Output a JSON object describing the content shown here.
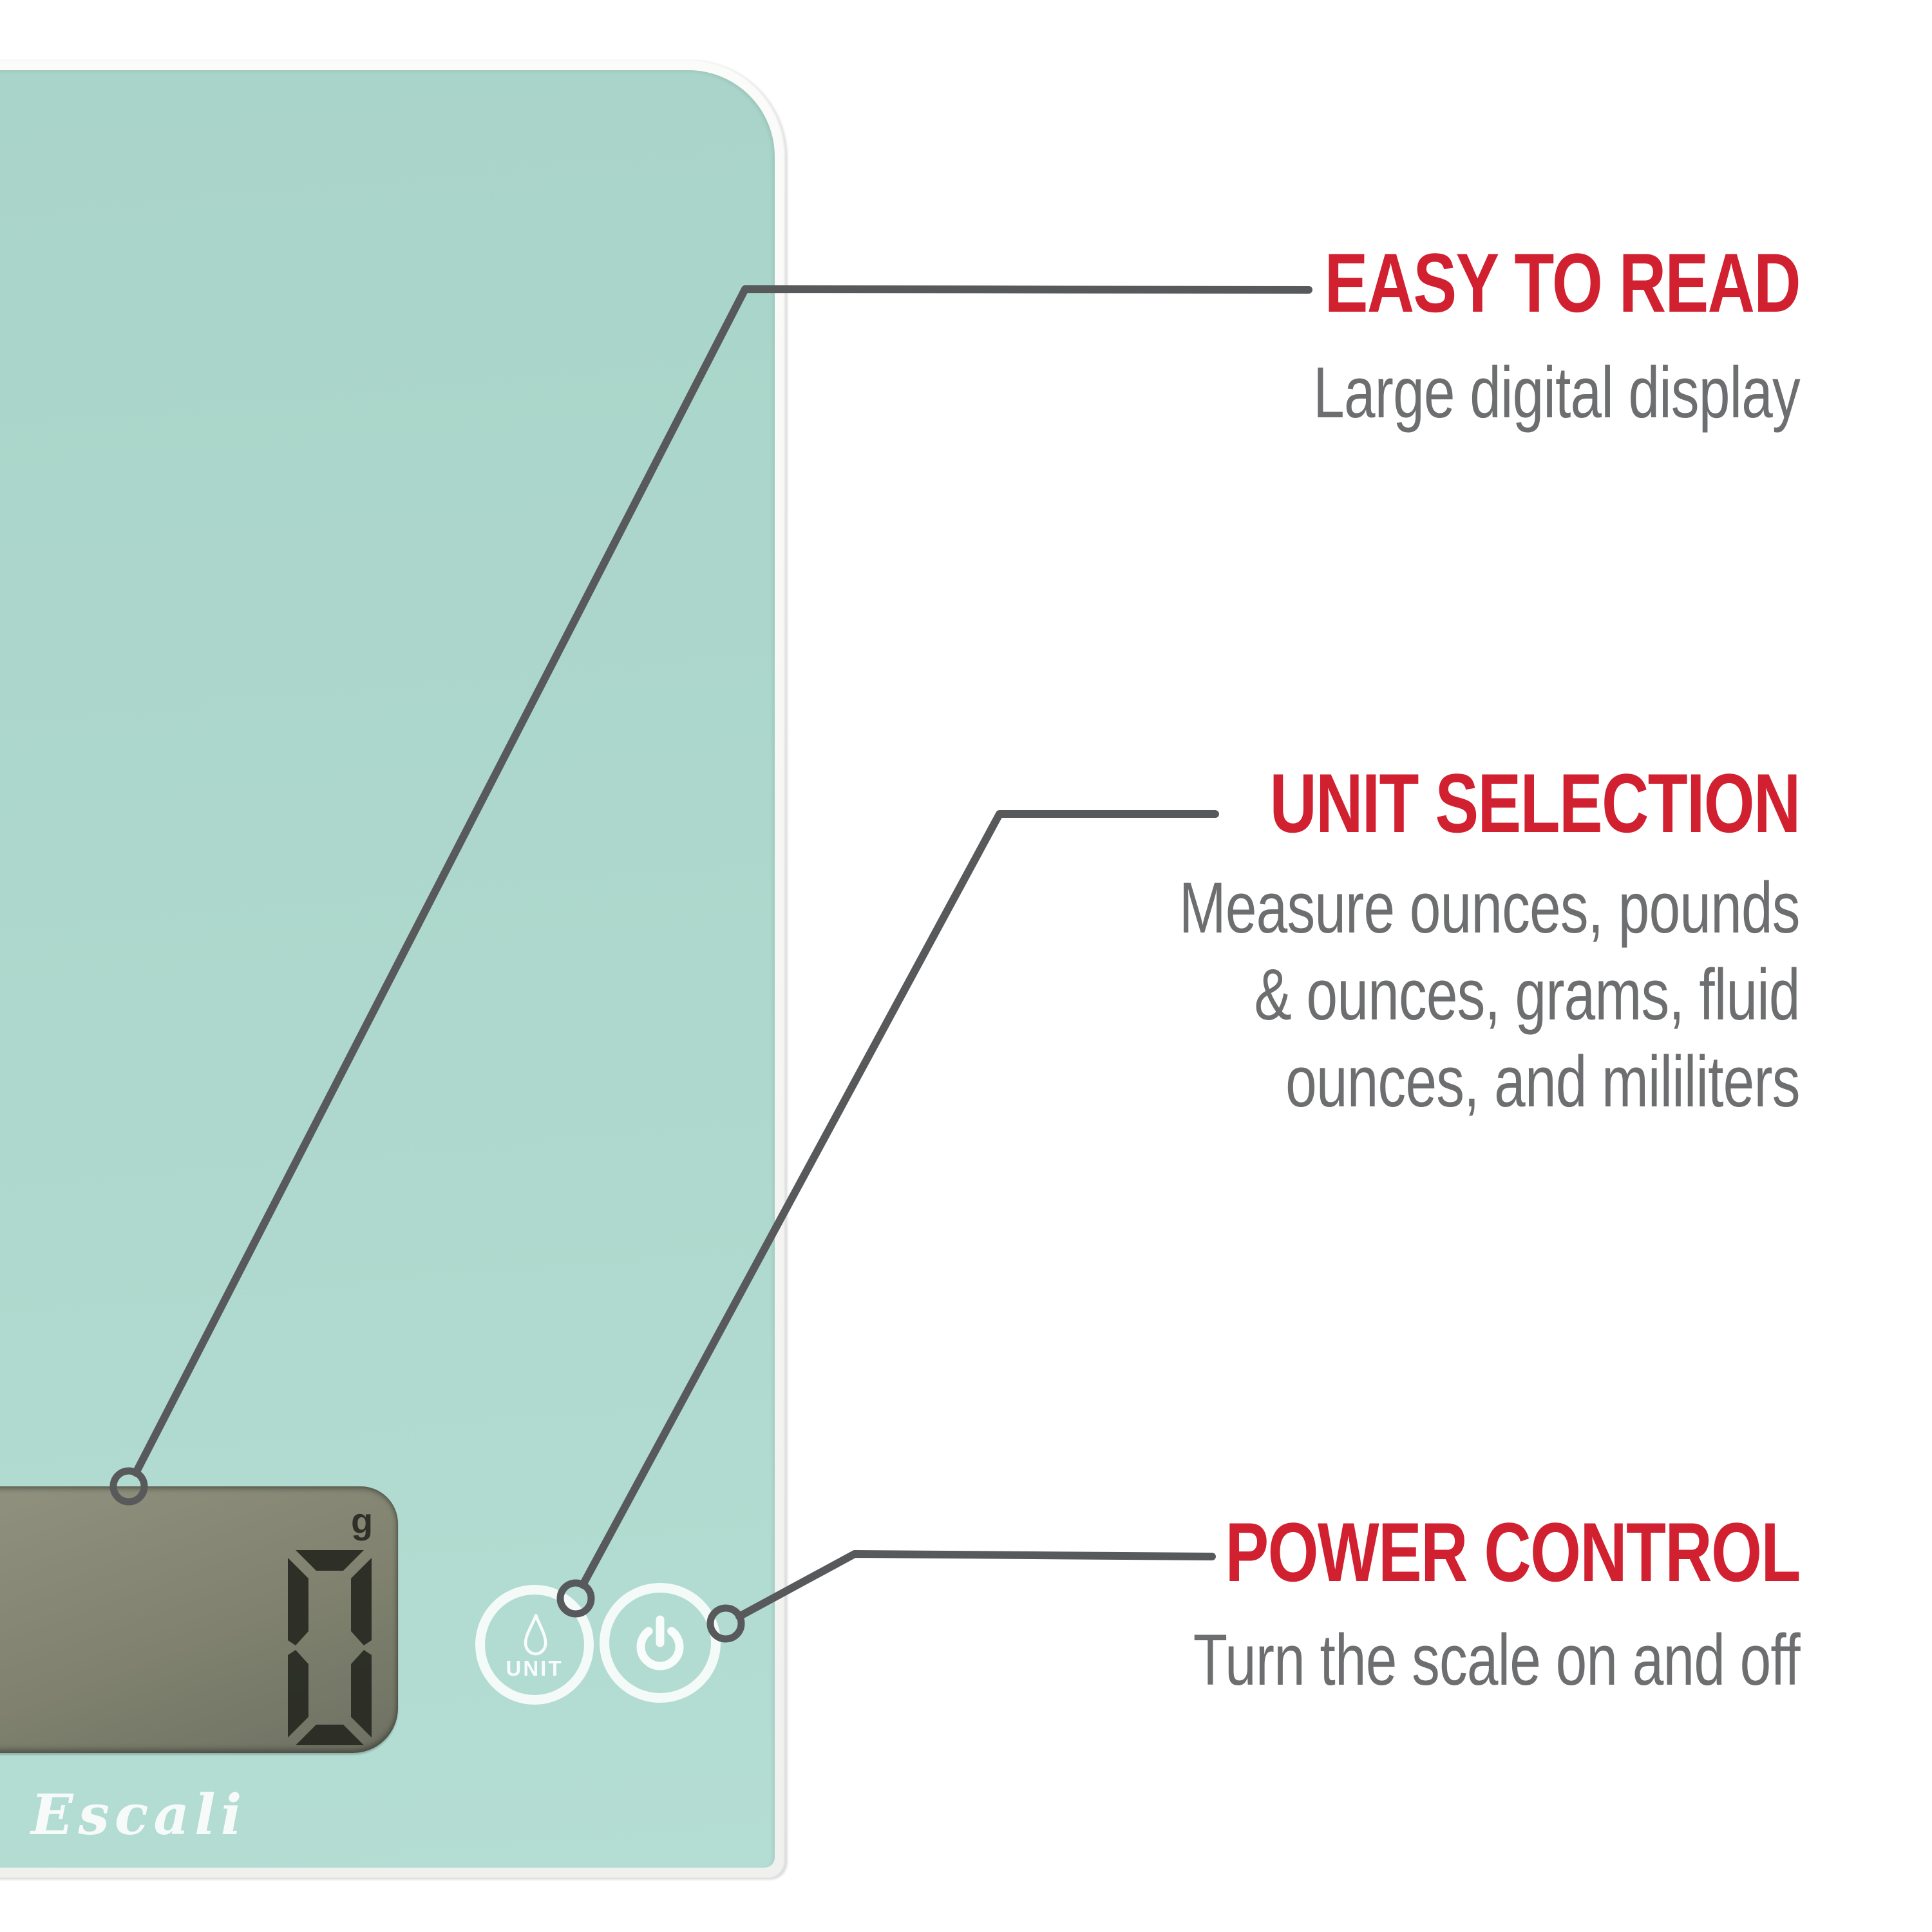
{
  "scale": {
    "brand": "Escali",
    "display": {
      "value": "0",
      "unit": "g"
    },
    "buttons": {
      "unit_label": "UNIT"
    }
  },
  "callouts": [
    {
      "title": "EASY TO READ",
      "lines": [
        "Large digital display"
      ]
    },
    {
      "title": "UNIT SELECTION",
      "lines": [
        "Measure ounces, pounds",
        "& ounces, grams, fluid",
        "ounces, and mililiters"
      ]
    },
    {
      "title": "POWER CONTROL",
      "lines": [
        "Turn the scale on and off"
      ]
    }
  ],
  "colors": {
    "accent_red": "#d1202f",
    "text_gray": "#6d6e70",
    "connector_gray": "#58595b",
    "scale_teal": "#aed8cd",
    "lcd_green_gray": "#80826f",
    "digit_dark": "#272922",
    "rim_white": "#f5f5f3"
  }
}
